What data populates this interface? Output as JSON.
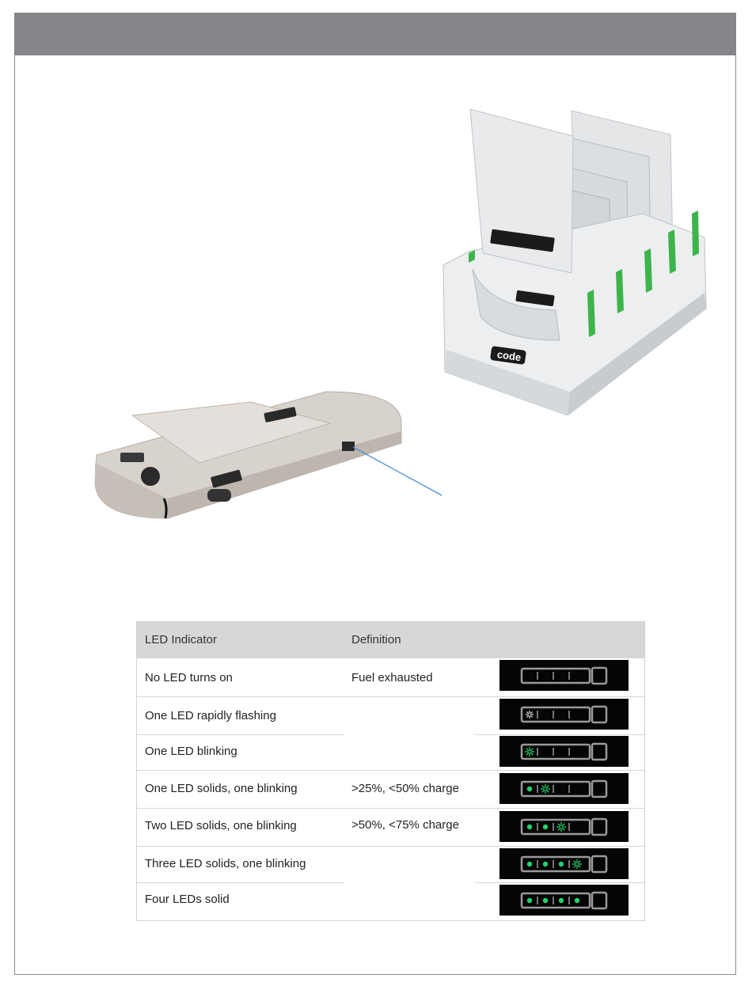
{
  "table": {
    "headers": [
      "LED Indicator",
      "Definition"
    ],
    "rows": [
      {
        "indicator": "No LED turns on",
        "definition": "Fuel exhausted",
        "solid": 0,
        "blink": "none"
      },
      {
        "indicator": "One LED rapidly flashing",
        "definition": "",
        "solid": 0,
        "blink": "fast"
      },
      {
        "indicator": "One LED blinking",
        "definition": "",
        "solid": 0,
        "blink": "slow"
      },
      {
        "indicator": "One LED solids, one blinking",
        "definition": ">25%, <50% charge",
        "solid": 1,
        "blink": "slow"
      },
      {
        "indicator": "Two LED solids, one blinking",
        "definition": ">50%, <75% charge",
        "solid": 2,
        "blink": "slow"
      },
      {
        "indicator": "Three LED solids, one blinking",
        "definition": "",
        "solid": 3,
        "blink": "slow"
      },
      {
        "indicator": "Four LEDs solid",
        "definition": "",
        "solid": 4,
        "blink": "none"
      }
    ]
  },
  "cradle_logo": "code",
  "colors": {
    "header_bar": "#858689",
    "led_green": "#1fd36a",
    "cradle_stripe": "#3cb44a",
    "callout_line": "#4a8fd0"
  }
}
